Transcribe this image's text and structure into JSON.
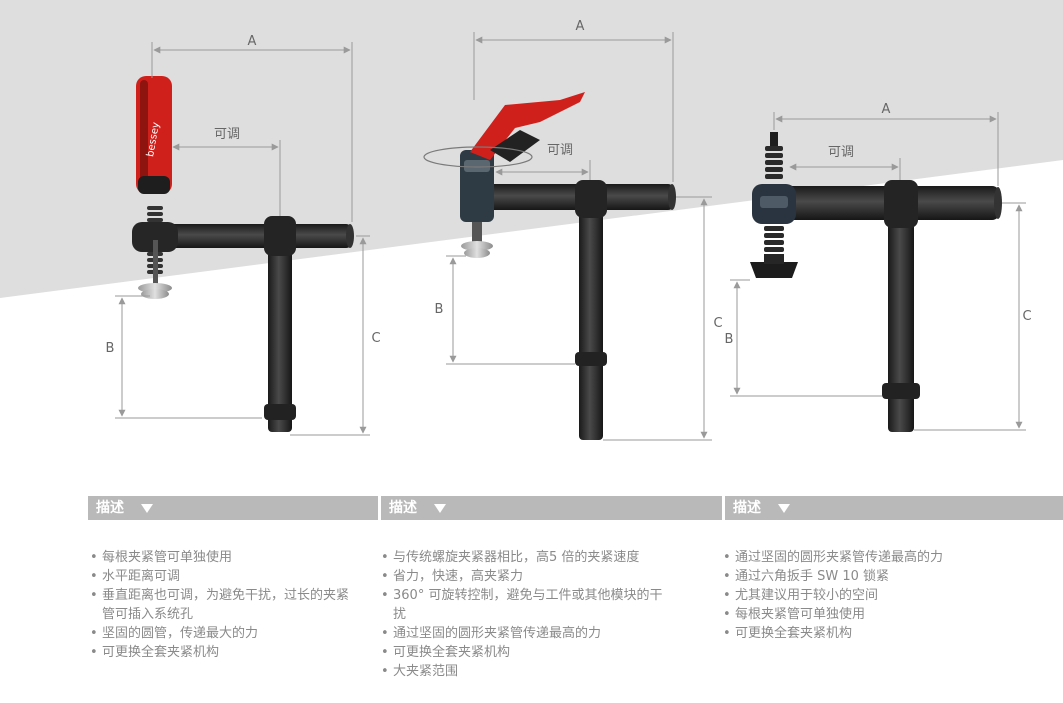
{
  "diagram": {
    "labels": {
      "a": "A",
      "b": "B",
      "c": "C",
      "adjustable": "可调"
    },
    "brand_text": "bessey",
    "colors": {
      "background_gray": "#dedede",
      "tube": "#2b2b2b",
      "handle_red": "#d0201c",
      "dim_line": "#9a9a9a"
    }
  },
  "sections": [
    {
      "title": "描述",
      "items": [
        "每根夹紧管可单独使用",
        "水平距离可调",
        "垂直距离也可调，为避免干扰，过长的夹紧管可插入系统孔",
        "坚固的圆管，传递最大的力",
        "可更换全套夹紧机构"
      ]
    },
    {
      "title": "描述",
      "items": [
        "与传统螺旋夹紧器相比，高5 倍的夹紧速度",
        "省力，快速，高夹紧力",
        "360° 可旋转控制，避免与工件或其他模块的干扰",
        "通过坚固的圆形夹紧管传递最高的力",
        "可更换全套夹紧机构",
        "大夹紧范围"
      ]
    },
    {
      "title": "描述",
      "items": [
        "通过坚固的圆形夹紧管传递最高的力",
        "通过六角扳手 SW 10 锁紧",
        "尤其建议用于较小的空间",
        "每根夹紧管可单独使用",
        "可更换全套夹紧机构"
      ]
    }
  ]
}
